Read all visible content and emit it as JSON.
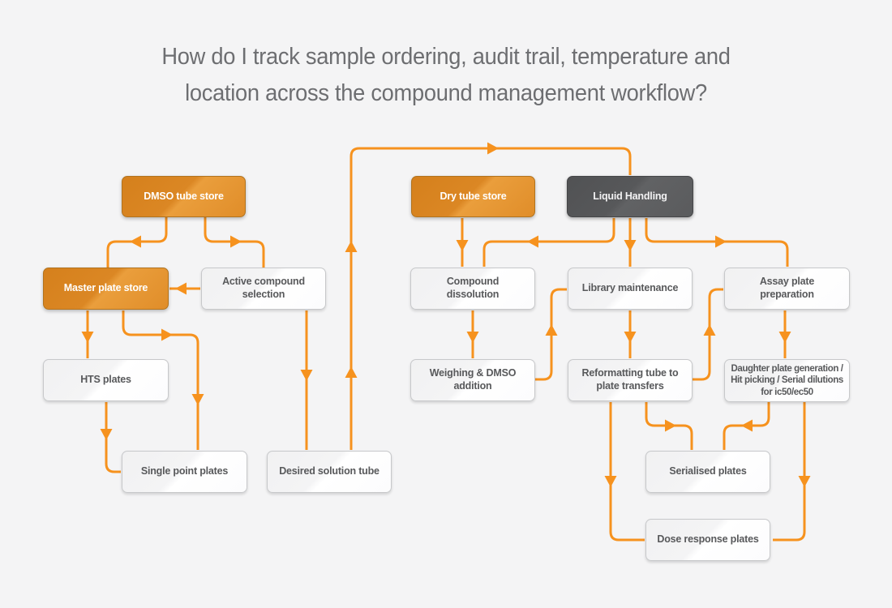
{
  "title": {
    "line1": "How do I track sample ordering, audit trail, temperature and",
    "line2": "location across the compound management workflow?"
  },
  "colors": {
    "background": "#F4F4F5",
    "arrow_orange": "#F6921E",
    "store_box_orange": "#DE8A26",
    "process_box_dark_gray": "#58595B",
    "light_box_border": "#C7C8CA",
    "box_text_dark": "#58595B",
    "box_text_light": "#FFFFFF",
    "title_text": "#6D6E71"
  },
  "diagram": {
    "type": "flowchart",
    "nodes": {
      "dmso_tube_store": {
        "label": "DMSO tube store",
        "style": "orange-store"
      },
      "dry_tube_store": {
        "label": "Dry tube store",
        "style": "orange-store"
      },
      "liquid_handling": {
        "label": "Liquid Handling",
        "style": "dark-process"
      },
      "master_plate_store": {
        "label": "Master plate store",
        "style": "orange-store"
      },
      "active_compound_selection": {
        "label": "Active compound selection",
        "style": "light"
      },
      "compound_dissolution": {
        "label": "Compound dissolution",
        "style": "light"
      },
      "library_maintenance": {
        "label": "Library maintenance",
        "style": "light"
      },
      "assay_plate_preparation": {
        "label": "Assay plate preparation",
        "style": "light"
      },
      "hts_plates": {
        "label": "HTS plates",
        "style": "light"
      },
      "weighing_dmso_addition": {
        "label": "Weighing & DMSO addition",
        "style": "light"
      },
      "reformatting_tube_to_plate_transfers": {
        "label": "Reformatting tube to plate transfers",
        "style": "light"
      },
      "daughter_plate_generation": {
        "label": "Daughter plate generation / Hit picking / Serial dilutions for ic50/ec50",
        "style": "light"
      },
      "single_point_plates": {
        "label": "Single point plates",
        "style": "light"
      },
      "desired_solution_tube": {
        "label": "Desired solution tube",
        "style": "light"
      },
      "serialised_plates": {
        "label": "Serialised plates",
        "style": "light"
      },
      "dose_response_plates": {
        "label": "Dose response plates",
        "style": "light"
      }
    },
    "edges": [
      {
        "from": "dmso_tube_store",
        "to": "master_plate_store"
      },
      {
        "from": "dmso_tube_store",
        "to": "active_compound_selection"
      },
      {
        "from": "active_compound_selection",
        "to": "master_plate_store"
      },
      {
        "from": "master_plate_store",
        "to": "hts_plates"
      },
      {
        "from": "master_plate_store",
        "to": "single_point_plates"
      },
      {
        "from": "hts_plates",
        "to": "single_point_plates"
      },
      {
        "from": "active_compound_selection",
        "to": "desired_solution_tube"
      },
      {
        "from": "desired_solution_tube",
        "to": "liquid_handling"
      },
      {
        "from": "dry_tube_store",
        "to": "compound_dissolution"
      },
      {
        "from": "liquid_handling",
        "to": "compound_dissolution"
      },
      {
        "from": "liquid_handling",
        "to": "library_maintenance"
      },
      {
        "from": "liquid_handling",
        "to": "assay_plate_preparation"
      },
      {
        "from": "compound_dissolution",
        "to": "weighing_dmso_addition"
      },
      {
        "from": "weighing_dmso_addition",
        "to": "library_maintenance"
      },
      {
        "from": "library_maintenance",
        "to": "reformatting_tube_to_plate_transfers"
      },
      {
        "from": "reformatting_tube_to_plate_transfers",
        "to": "assay_plate_preparation"
      },
      {
        "from": "assay_plate_preparation",
        "to": "daughter_plate_generation"
      },
      {
        "from": "reformatting_tube_to_plate_transfers",
        "to": "serialised_plates"
      },
      {
        "from": "daughter_plate_generation",
        "to": "serialised_plates"
      },
      {
        "from": "reformatting_tube_to_plate_transfers",
        "to": "dose_response_plates"
      },
      {
        "from": "daughter_plate_generation",
        "to": "dose_response_plates"
      }
    ]
  }
}
